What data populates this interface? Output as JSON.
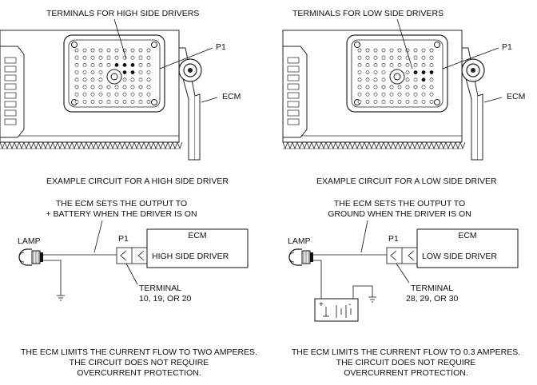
{
  "left_panel": {
    "callout_terminals": "TERMINALS FOR HIGH SIDE DRIVERS",
    "callout_p1": "P1",
    "callout_ecm": "ECM",
    "caption": "EXAMPLE CIRCUIT FOR A HIGH SIDE DRIVER",
    "note_line1": "THE ECM SETS THE OUTPUT TO",
    "note_line2": "+ BATTERY WHEN THE DRIVER IS ON",
    "lamp_label": "LAMP",
    "connector_label": "P1",
    "ecm_box_title": "ECM",
    "driver_label": "HIGH SIDE DRIVER",
    "terminal_label": "TERMINAL",
    "terminal_numbers": "10, 19,  OR 20",
    "footer_line1": "THE ECM LIMITS THE CURRENT FLOW TO TWO AMPERES.",
    "footer_line2": "THE CIRCUIT DOES NOT REQUIRE",
    "footer_line3": "OVERCURRENT PROTECTION."
  },
  "right_panel": {
    "callout_terminals": "TERMINALS FOR LOW SIDE DRIVERS",
    "callout_p1": "P1",
    "callout_ecm": "ECM",
    "caption": "EXAMPLE CIRCUIT FOR A LOW SIDE DRIVER",
    "note_line1": "THE ECM SETS THE OUTPUT TO",
    "note_line2": "GROUND  WHEN THE DRIVER IS ON",
    "lamp_label": "LAMP",
    "connector_label": "P1",
    "ecm_box_title": "ECM",
    "driver_label": "LOW SIDE DRIVER",
    "terminal_label": "TERMINAL",
    "terminal_numbers": "28, 29, OR 30",
    "battery_plus": "+",
    "battery_minus": "-",
    "footer_line1": "THE ECM LIMITS THE CURRENT FLOW  TO 0.3 AMPERES.",
    "footer_line2": "THE CIRCUIT DOES NOT REQUIRE",
    "footer_line3": "OVERCURRENT PROTECTION."
  }
}
